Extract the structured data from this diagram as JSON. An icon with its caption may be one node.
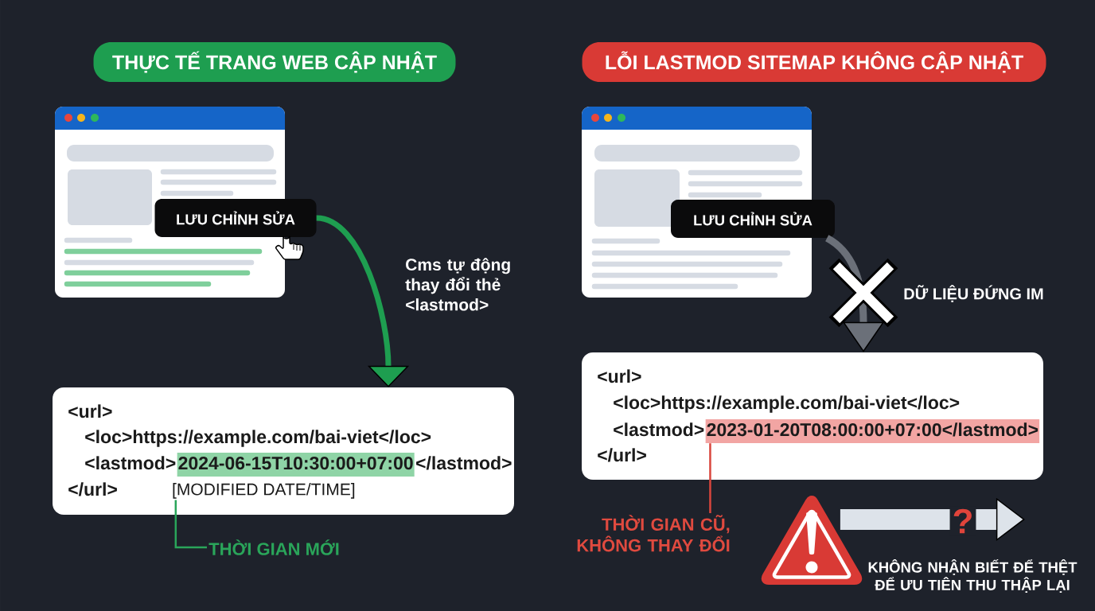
{
  "diagram": {
    "nodes": [
      {
        "text": [
          "THỰC TẾ TRANG WEB CẬP NHẬT"
        ]
      },
      {
        "text": [
          "LƯU CHỈNH SỬA"
        ]
      },
      {
        "text": [
          "<url>",
          "<loc>https://example.com/bai-viet</loc>",
          "<lastmod>",
          "</lastmod>",
          "</url>"
        ]
      },
      {
        "text": [
          "2024-06-15T10:30:00+07:00"
        ],
        "in": 2
      },
      {
        "text": [
          "[MODIFIED DATE/TIME]"
        ],
        "in": 2
      },
      {
        "text": [
          "THỜI GIAN MỚI"
        ]
      },
      {
        "text": [
          "LỖI LASTMOD SITEMAP KHÔNG CẬP NHẬT"
        ]
      },
      {
        "text": [
          "LƯU CHỈNH SỬA"
        ]
      },
      {
        "text": [
          "<url>",
          "<loc>https://example.com/bai-viet</loc>",
          "<lastmod>",
          "</url>"
        ]
      },
      {
        "text": [
          "2023-01-20T08:00:00+07:00</lastmod>"
        ],
        "in": 8
      },
      {
        "text": [
          "THỜI GIAN CŨ, KHÔNG THAY ĐỔI"
        ]
      },
      {
        "text": [],
        "shape": "triangle"
      }
    ],
    "edges": [
      {
        "from": 1,
        "to": 2,
        "arrow": "to",
        "label": "Cms tự động thay đổi thẻ <lastmod>",
        "color": "#1e9e50"
      },
      {
        "from": 7,
        "to": 8,
        "arrow": "to",
        "label": "DỮ LIỆU ĐỨNG IM",
        "color": "#6b7079"
      },
      {
        "from": 5,
        "to": 4,
        "arrow": "none",
        "color": "#2aa55a"
      },
      {
        "from": 10,
        "to": 9,
        "arrow": "none",
        "color": "#d9463d"
      },
      {
        "from": 11,
        "to": null,
        "arrow": "to",
        "label": "?",
        "style": "thick",
        "color": "#dde3ea"
      }
    ],
    "labels": [
      "KHÔNG NHẬN BIẾT ĐỂ THỆT ĐỂ ƯU TIÊN THU THẬP LẠI"
    ]
  }
}
